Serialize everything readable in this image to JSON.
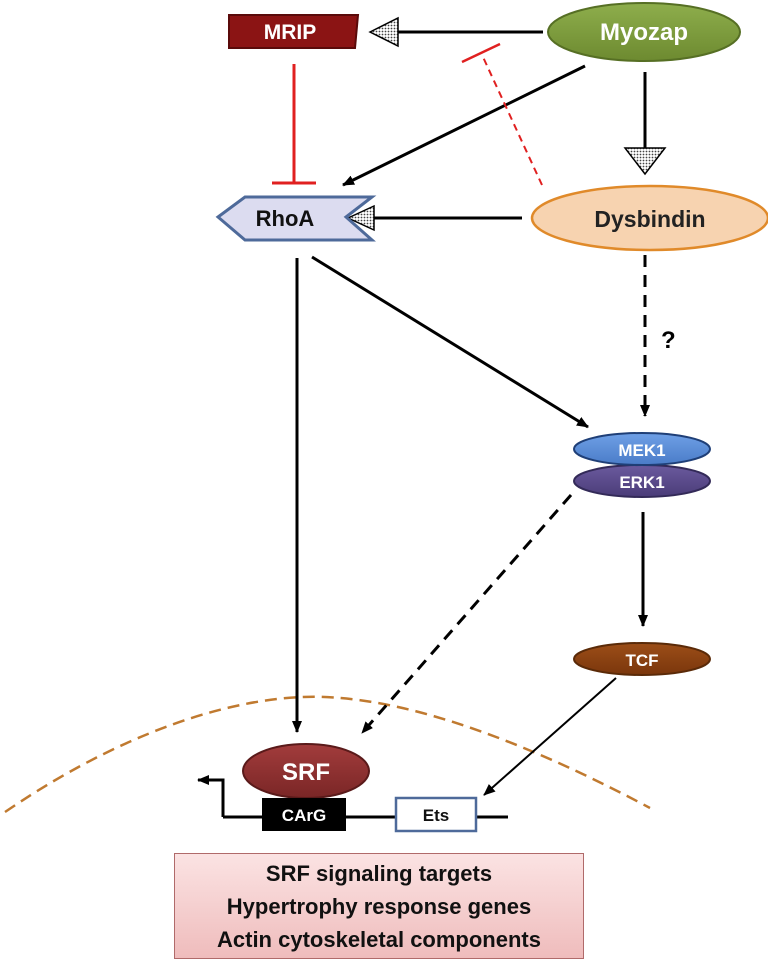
{
  "nodes": {
    "myozap": "Myozap",
    "mrip": "MRIP",
    "rhoa": "RhoA",
    "dysbindin": "Dysbindin",
    "mek1": "MEK1",
    "erk1": "ERK1",
    "tcf": "TCF",
    "srf": "SRF",
    "carg": "CArG",
    "ets": "Ets"
  },
  "question_mark": "?",
  "targets": [
    "SRF signaling targets",
    "Hypertrophy response genes",
    "Actin cytoskeletal components"
  ],
  "colors": {
    "myozap_fill": "#7a9a3a",
    "mrip_fill": "#8b1414",
    "rhoa_fill": "#dcdcf0",
    "rhoa_stroke": "#4e6a9a",
    "dysbindin_fill": "#f7d3b0",
    "dysbindin_stroke": "#e08a2a",
    "mek1_fill": "#5b8dd6",
    "erk1_fill": "#5a4a8a",
    "tcf_fill": "#8a4010",
    "srf_fill": "#8a3030",
    "carg_fill": "#000000",
    "inhibition": "#e02020",
    "membrane": "#c07a30"
  }
}
